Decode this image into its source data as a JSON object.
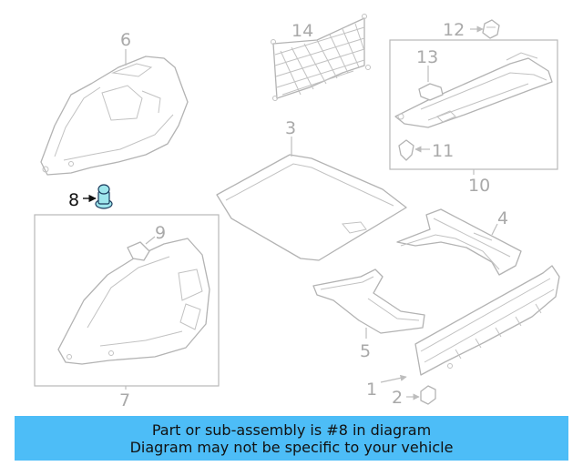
{
  "callouts": {
    "c1": "1",
    "c2": "2",
    "c3": "3",
    "c4": "4",
    "c5": "5",
    "c6": "6",
    "c7": "7",
    "c8": "8",
    "c9": "9",
    "c10": "10",
    "c11": "11",
    "c12": "12",
    "c13": "13",
    "c14": "14"
  },
  "highlighted_part": "8",
  "colors": {
    "banner": "#4dbdf7",
    "highlight": "#9ee6ec",
    "line": "#b3b3b3"
  },
  "banner": {
    "line1": "Part or sub-assembly is #8 in diagram",
    "line2": "Diagram may not be specific to your vehicle"
  }
}
